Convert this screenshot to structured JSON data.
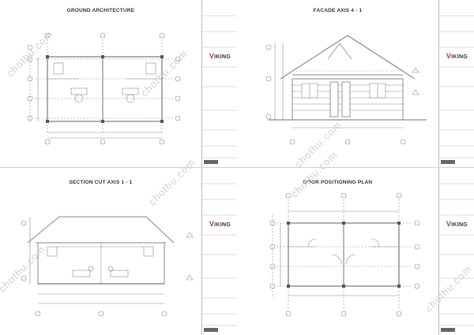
{
  "sheets": [
    {
      "title": "GROUND ARCHITECTURE"
    },
    {
      "title": "FACADE AXIS 4 - 1"
    },
    {
      "title": "SECTION CUT AXIS 1 - 1"
    },
    {
      "title": "DOOR POSITIONING PLAN"
    }
  ],
  "brand": {
    "prefix": "V",
    "name": "IKING",
    "accent": "#c0392b"
  },
  "watermark": "chothu.com",
  "colors": {
    "line": "#8a8a8a",
    "fill": "#e8e8e8",
    "grid": "#a0a0a0"
  }
}
